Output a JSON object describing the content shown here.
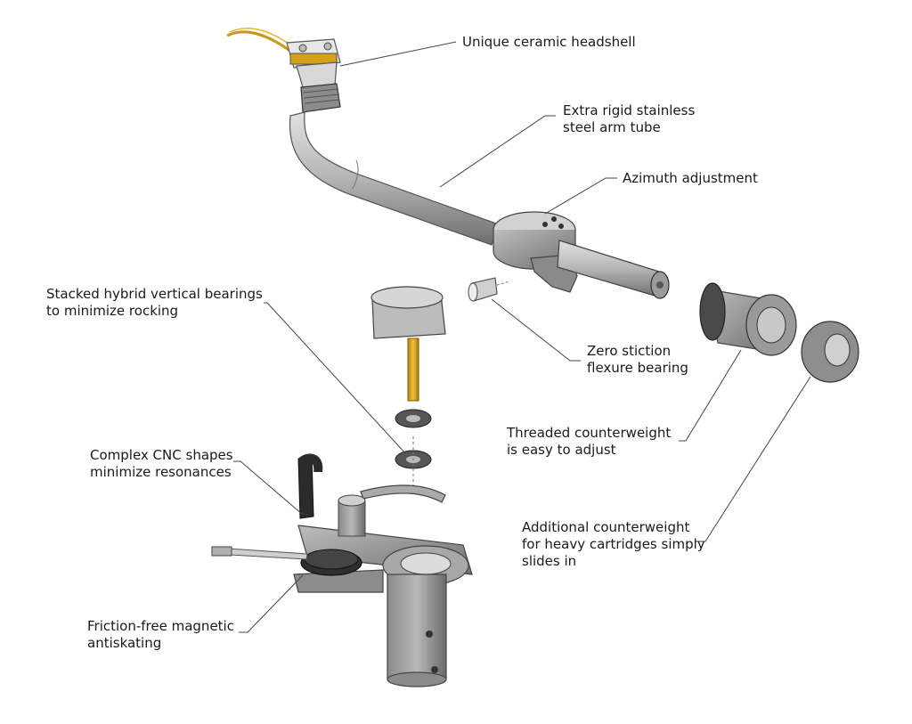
{
  "colors": {
    "metal_light": "#c9c9c9",
    "metal_mid": "#9a9a9a",
    "metal_dark": "#5c5c5c",
    "brass": "#d4a017",
    "black_part": "#2b2b2b",
    "leader_line": "#444444"
  },
  "labels": {
    "headshell": [
      "Unique ceramic headshell"
    ],
    "arm_tube": [
      "Extra rigid stainless",
      "steel arm tube"
    ],
    "azimuth": [
      "Azimuth adjustment"
    ],
    "vertical_bearings": [
      "Stacked hybrid vertical bearings",
      "to minimize rocking"
    ],
    "flexure_bearing": [
      "Zero stiction",
      "flexure bearing"
    ],
    "threaded_counterweight": [
      "Threaded counterweight",
      "is easy to adjust"
    ],
    "cnc_shapes": [
      "Complex CNC shapes",
      "minimize resonances"
    ],
    "additional_counterweight": [
      "Additional counterweight",
      "for heavy cartridges simply",
      "slides in"
    ],
    "antiskating": [
      "Friction-free magnetic",
      "antiskating"
    ]
  }
}
